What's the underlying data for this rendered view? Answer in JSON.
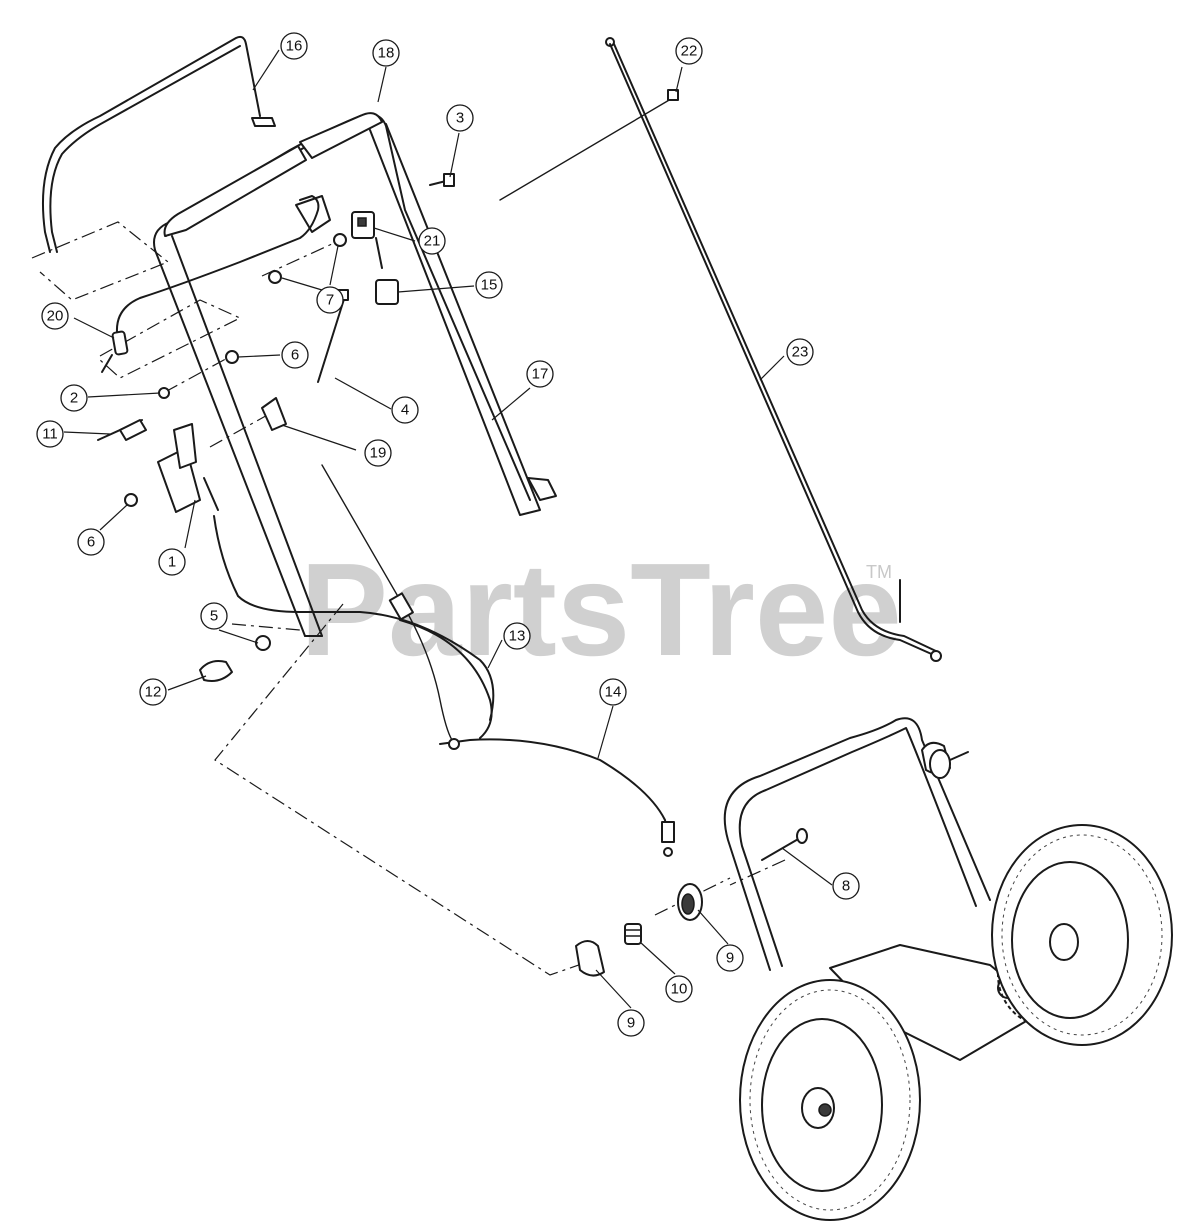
{
  "watermark": {
    "text": "PartsTree",
    "trademark": "TM"
  },
  "callouts": [
    {
      "id": "c1",
      "label": "1"
    },
    {
      "id": "c2",
      "label": "2"
    },
    {
      "id": "c3",
      "label": "3"
    },
    {
      "id": "c4",
      "label": "4"
    },
    {
      "id": "c5",
      "label": "5"
    },
    {
      "id": "c6a",
      "label": "6"
    },
    {
      "id": "c6b",
      "label": "6"
    },
    {
      "id": "c7",
      "label": "7"
    },
    {
      "id": "c8",
      "label": "8"
    },
    {
      "id": "c9a",
      "label": "9"
    },
    {
      "id": "c9b",
      "label": "9"
    },
    {
      "id": "c10",
      "label": "10"
    },
    {
      "id": "c11",
      "label": "11"
    },
    {
      "id": "c12",
      "label": "12"
    },
    {
      "id": "c13",
      "label": "13"
    },
    {
      "id": "c14",
      "label": "14"
    },
    {
      "id": "c15",
      "label": "15"
    },
    {
      "id": "c16",
      "label": "16"
    },
    {
      "id": "c17",
      "label": "17"
    },
    {
      "id": "c18",
      "label": "18"
    },
    {
      "id": "c19",
      "label": "19"
    },
    {
      "id": "c20",
      "label": "20"
    },
    {
      "id": "c21",
      "label": "21"
    },
    {
      "id": "c22",
      "label": "22"
    },
    {
      "id": "c23",
      "label": "23"
    }
  ]
}
